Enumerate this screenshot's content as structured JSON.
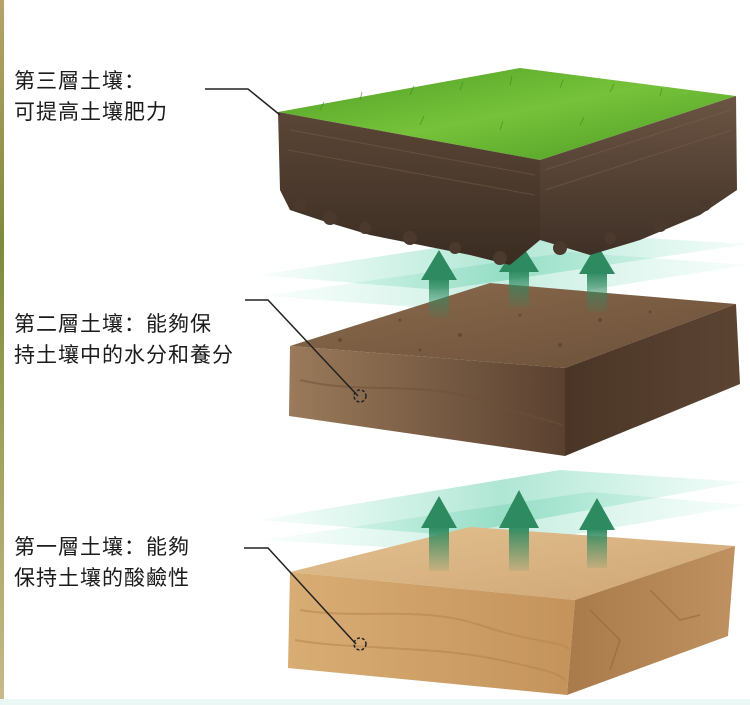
{
  "layers": [
    {
      "id": "top",
      "label": "第三層土壤：\n可提高土壤肥力",
      "surface_color": "#5fae2e"
    },
    {
      "id": "middle",
      "label": "第二層土壤：能夠保\n持土壤中的水分和養分",
      "surface_color": "#7a5b40"
    },
    {
      "id": "bottom",
      "label": "第一層土壤：能夠\n保持土壤的酸鹼性",
      "surface_color": "#d9b17f"
    }
  ],
  "colors": {
    "arrow": "#2e8a60",
    "glow": "#6fd1b0",
    "leader_line": "#222222"
  }
}
